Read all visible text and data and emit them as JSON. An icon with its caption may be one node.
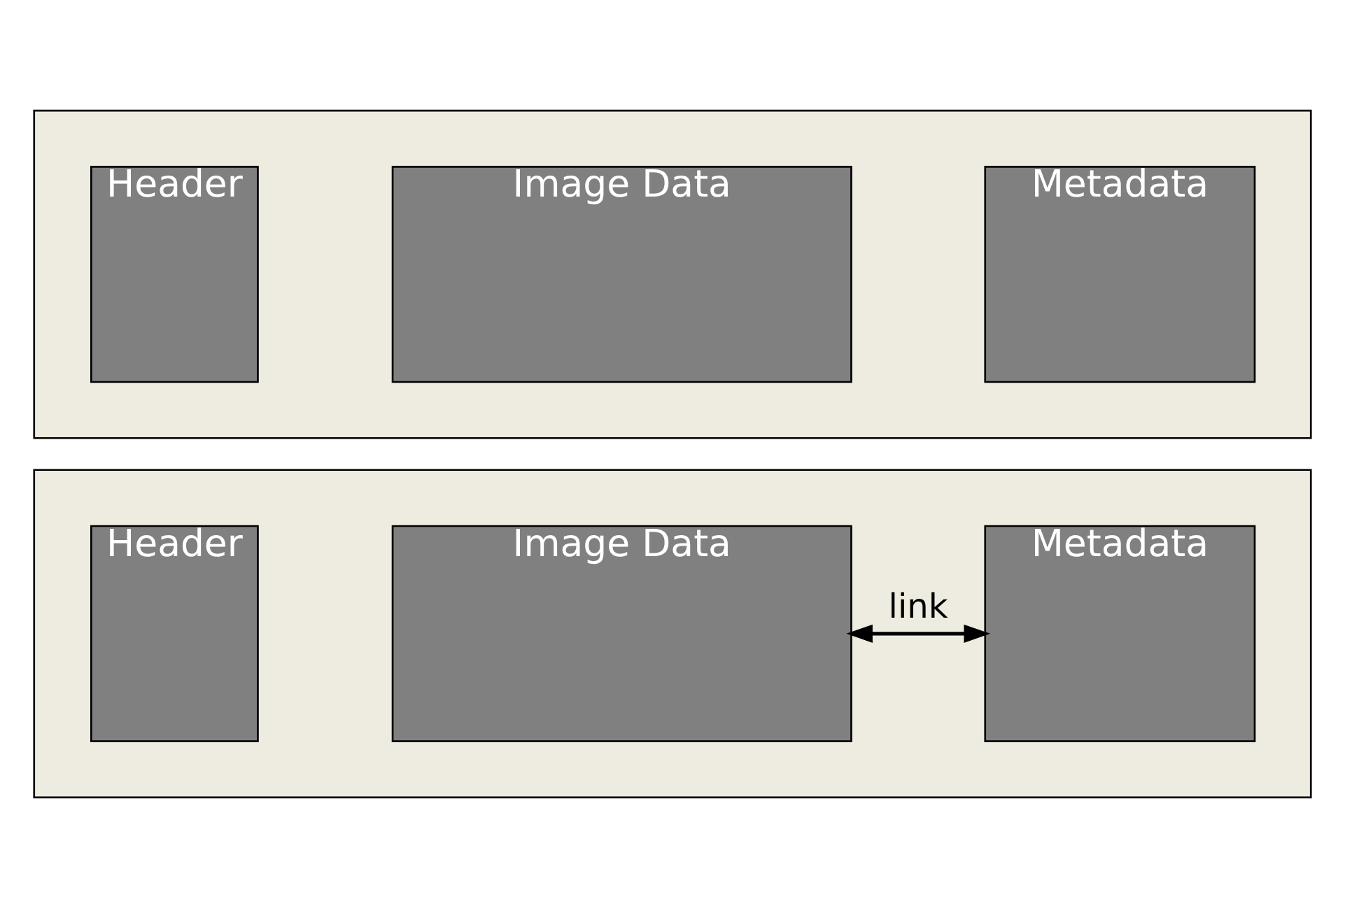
{
  "diagram": {
    "nodes": [
      {
        "text": [],
        "shape": "box"
      },
      {
        "text": [
          "Header"
        ],
        "in": 0
      },
      {
        "text": [
          "Image Data"
        ],
        "in": 0
      },
      {
        "text": [
          "Metadata"
        ],
        "in": 0
      },
      {
        "text": [],
        "shape": "box"
      },
      {
        "text": [
          "Header"
        ],
        "in": 4
      },
      {
        "text": [
          "Image Data"
        ],
        "in": 4
      },
      {
        "text": [
          "Metadata"
        ],
        "in": 4
      }
    ],
    "edges": [
      {
        "from": 6,
        "to": 7,
        "arrow": "both",
        "label": "link"
      }
    ]
  }
}
